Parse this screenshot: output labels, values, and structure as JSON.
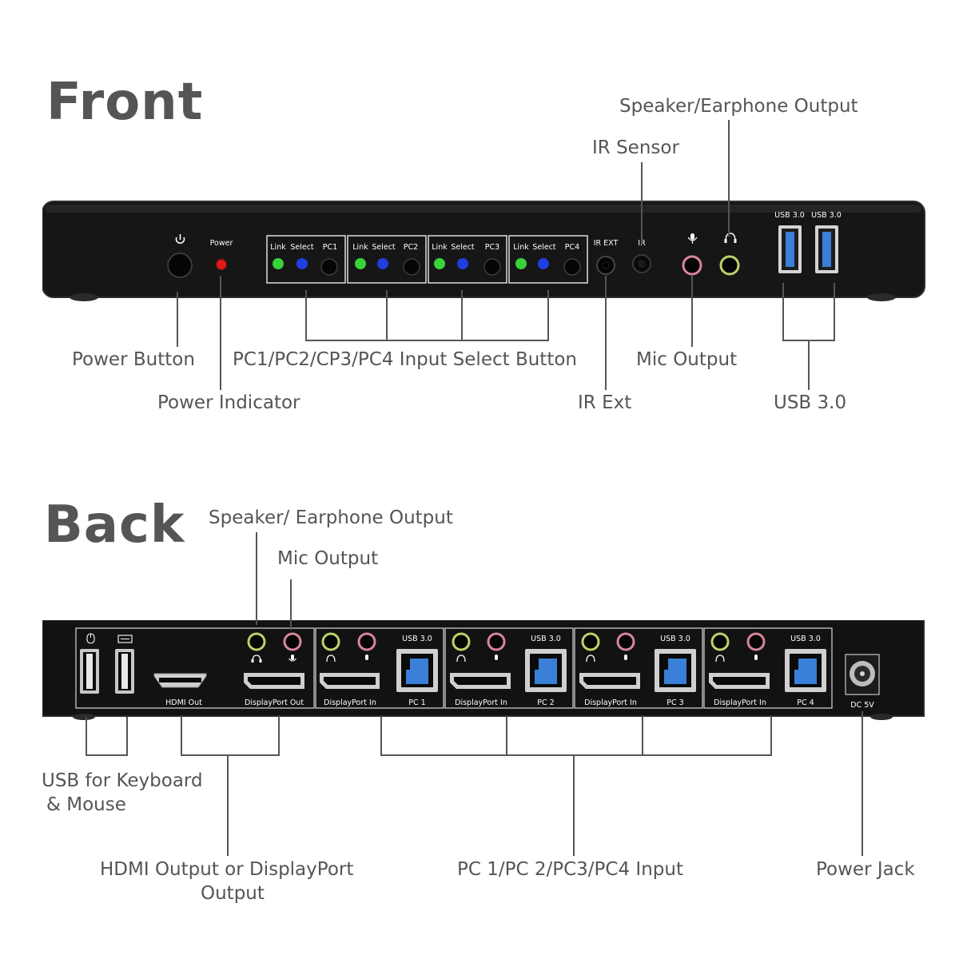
{
  "front": {
    "title": "Front",
    "labels": {
      "speaker": "Speaker/Earphone Output",
      "ir_sensor": "IR Sensor",
      "power_button": "Power Button",
      "power_indicator": "Power Indicator",
      "pc_select": "PC1/PC2/CP3/PC4 Input Select Button",
      "ir_ext": "IR Ext",
      "mic": "Mic Output",
      "usb": "USB 3.0"
    },
    "panel": {
      "power_text": "Power",
      "link_text": "Link",
      "select_text": "Select",
      "pc1": "PC1",
      "pc2": "PC2",
      "pc3": "PC3",
      "pc4": "PC4",
      "ir_ext_text": "IR EXT",
      "ir_text": "IR",
      "usb1": "USB 3.0",
      "usb2": "USB 3.0"
    }
  },
  "back": {
    "title": "Back",
    "labels": {
      "speaker": "Speaker/ Earphone Output",
      "mic": "Mic Output",
      "usb_km_line1": "USB for Keyboard",
      "usb_km_line2": "& Mouse",
      "video_out_line1": "HDMI Output or DisplayPort",
      "video_out_line2": "Output",
      "pc_input": "PC 1/PC 2/PC3/PC4 Input",
      "power_jack": "Power Jack"
    },
    "panel": {
      "hdmi_out": "HDMI Out",
      "dp_out": "DisplayPort Out",
      "dp_in": "DisplayPort In",
      "usb3": "USB 3.0",
      "pc1": "PC 1",
      "pc2": "PC 2",
      "pc3": "PC 3",
      "pc4": "PC 4",
      "dc": "DC 5V"
    }
  },
  "colors": {
    "device": "#121212",
    "led_green": "#39d339",
    "led_blue": "#1f3fe0",
    "led_red": "#e01b1b",
    "jack_green": "#b9d36a",
    "jack_pink": "#d9869a",
    "usb_blue": "#3a7fd8",
    "label_gray": "#555555"
  }
}
